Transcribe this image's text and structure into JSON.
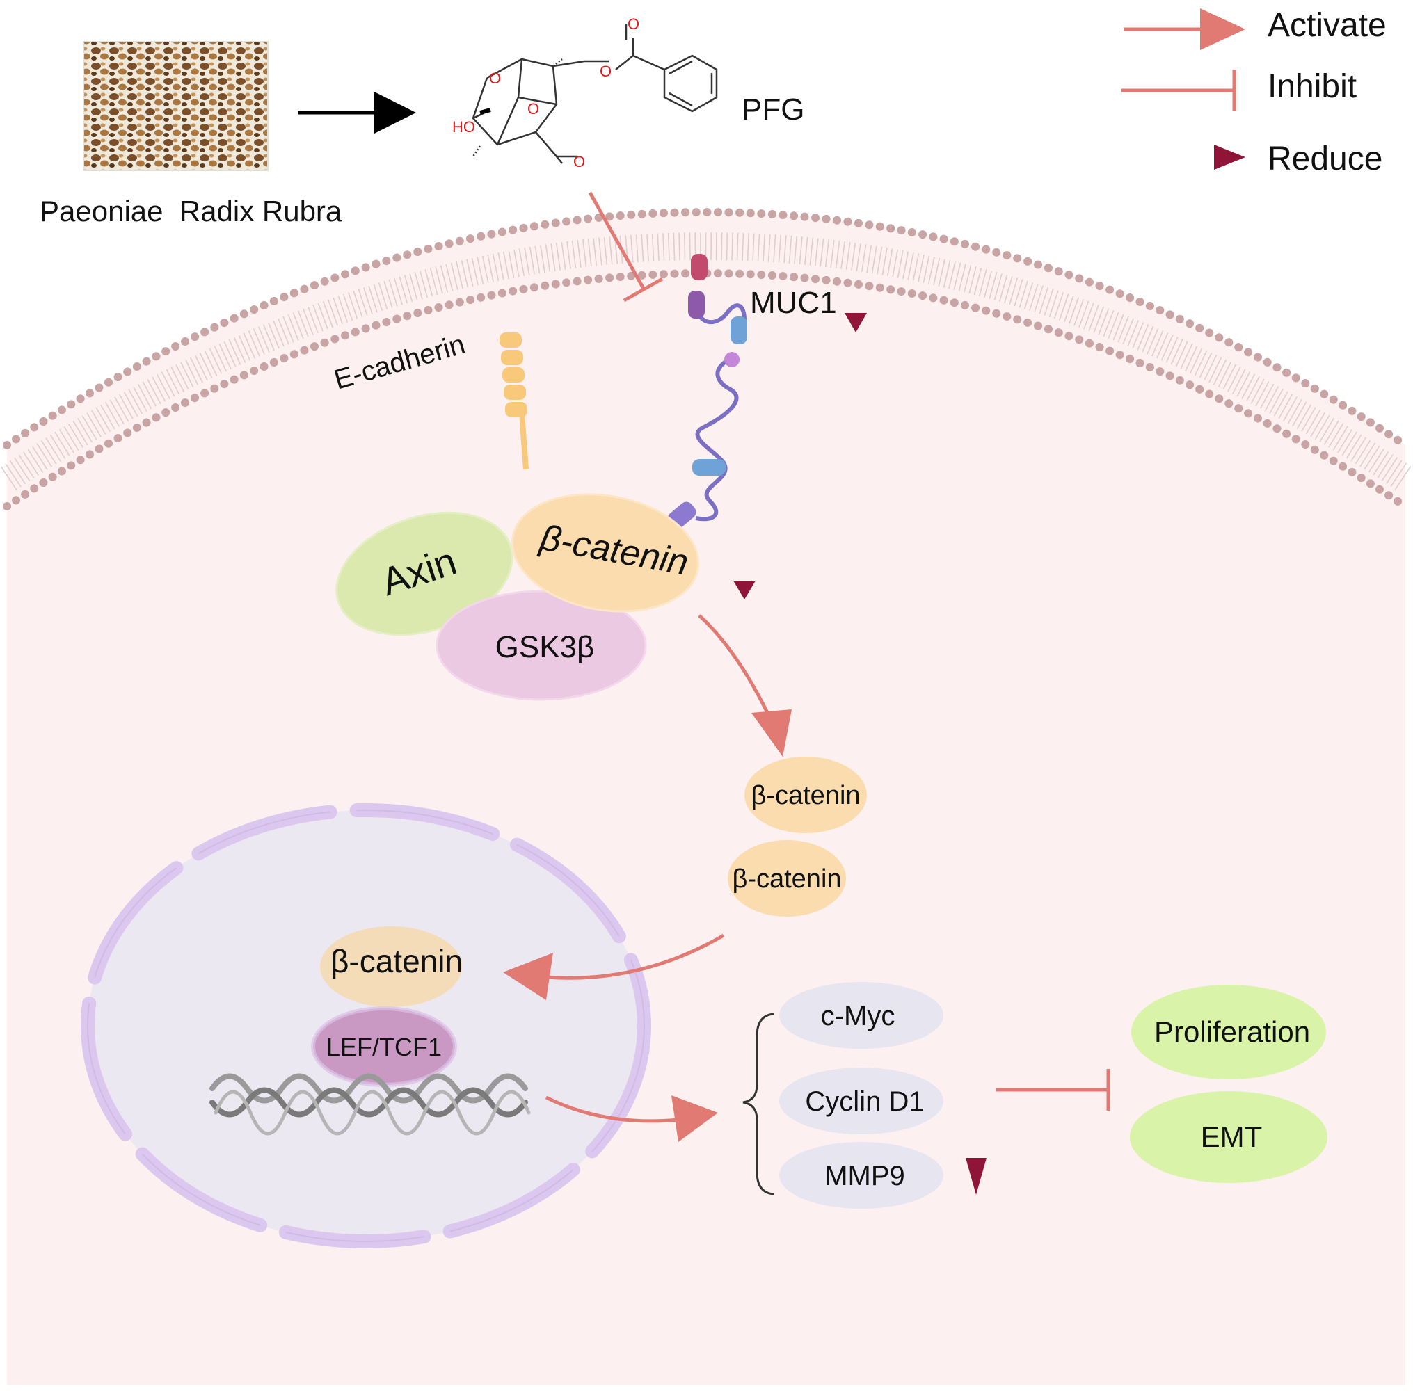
{
  "source": {
    "label": "Paeoniae  Radix Rubra"
  },
  "compound": {
    "name": "PFG",
    "atoms": {
      "o1": "O",
      "o2": "O",
      "o3": "O",
      "o4": "O",
      "o5": "O",
      "ho": "HO"
    }
  },
  "legend": {
    "activate": "Activate",
    "inhibit": "Inhibit",
    "reduce": "Reduce"
  },
  "proteins": {
    "muc1": "MUC1",
    "ecadherin": "E-cadherin",
    "axin": "Axin",
    "bcatenin_complex": "β-catenin",
    "gsk3b": "GSK3β",
    "bcatenin_free_1": "β-catenin",
    "bcatenin_free_2": "β-catenin",
    "bcatenin_nuclear": "β-catenin",
    "lef_tcf1": "LEF/TCF1"
  },
  "targets": {
    "cmyc": "c-Myc",
    "cyclind1": "Cyclin D1",
    "mmp9": "MMP9"
  },
  "outcomes": {
    "proliferation": "Proliferation",
    "emt": "EMT"
  },
  "colors": {
    "activate": "#e07a72",
    "inhibit": "#e07a72",
    "reduce": "#8e1538",
    "cell": "#fdf0f0",
    "membrane": "#c9a4a4",
    "nucleus": "#ebe8f2",
    "nuclear_envelope": "#dcc7ef",
    "axin": "#dbe8ae",
    "bcatenin": "#fbdcae",
    "gsk3b": "#ecc9e2",
    "lef_tcf1": "#c999c4",
    "target_ellipse": "#e6e5f0",
    "outcome": "#d9f4a8",
    "ecadherin": "#f8c97a"
  }
}
